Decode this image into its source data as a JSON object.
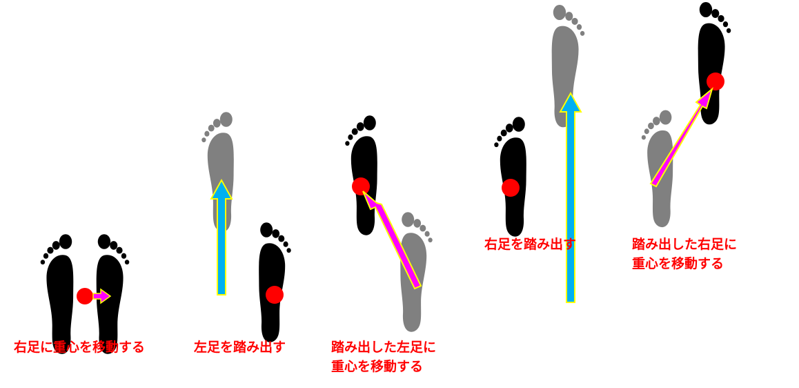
{
  "colors": {
    "foot_weighted": "#000000",
    "foot_unweighted": "#808080",
    "center_of_mass": "#ff0000",
    "weight_shift_arrow": "#ff00ff",
    "step_arrow": "#00b0f0",
    "arrow_outline": "#ffff00",
    "caption_text": "#ff0000"
  },
  "steps": [
    {
      "caption": "右足に重心を移動する"
    },
    {
      "caption": "左足を踏み出す"
    },
    {
      "caption_line1": "踏み出した左足に",
      "caption_line2": "重心を移動する"
    },
    {
      "caption": "右足を踏み出す"
    },
    {
      "caption_line1": "踏み出した右足に",
      "caption_line2": "重心を移動する"
    }
  ]
}
